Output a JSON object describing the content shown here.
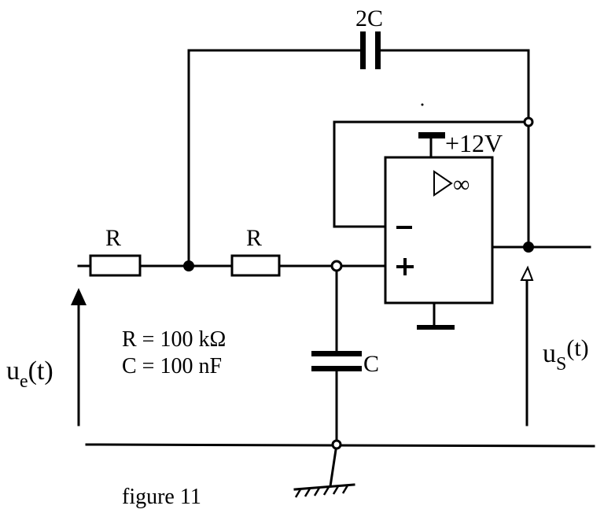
{
  "diagram": {
    "capacitor_feedback_label": "2C",
    "resistor1_label": "R",
    "resistor2_label": "R",
    "capacitor_ground_label": "C",
    "supply_label": "+12V",
    "opamp_symbol": "▷∞",
    "opamp_minus": "−",
    "opamp_plus": "+",
    "r_value": "R = 100 kΩ",
    "c_value": "C = 100 nF",
    "input_voltage": {
      "base": "u",
      "sub": "e",
      "suffix": "(t)"
    },
    "output_voltage": {
      "base": "u",
      "sub": "S",
      "suffix": "(t)"
    },
    "caption": "figure 11"
  }
}
